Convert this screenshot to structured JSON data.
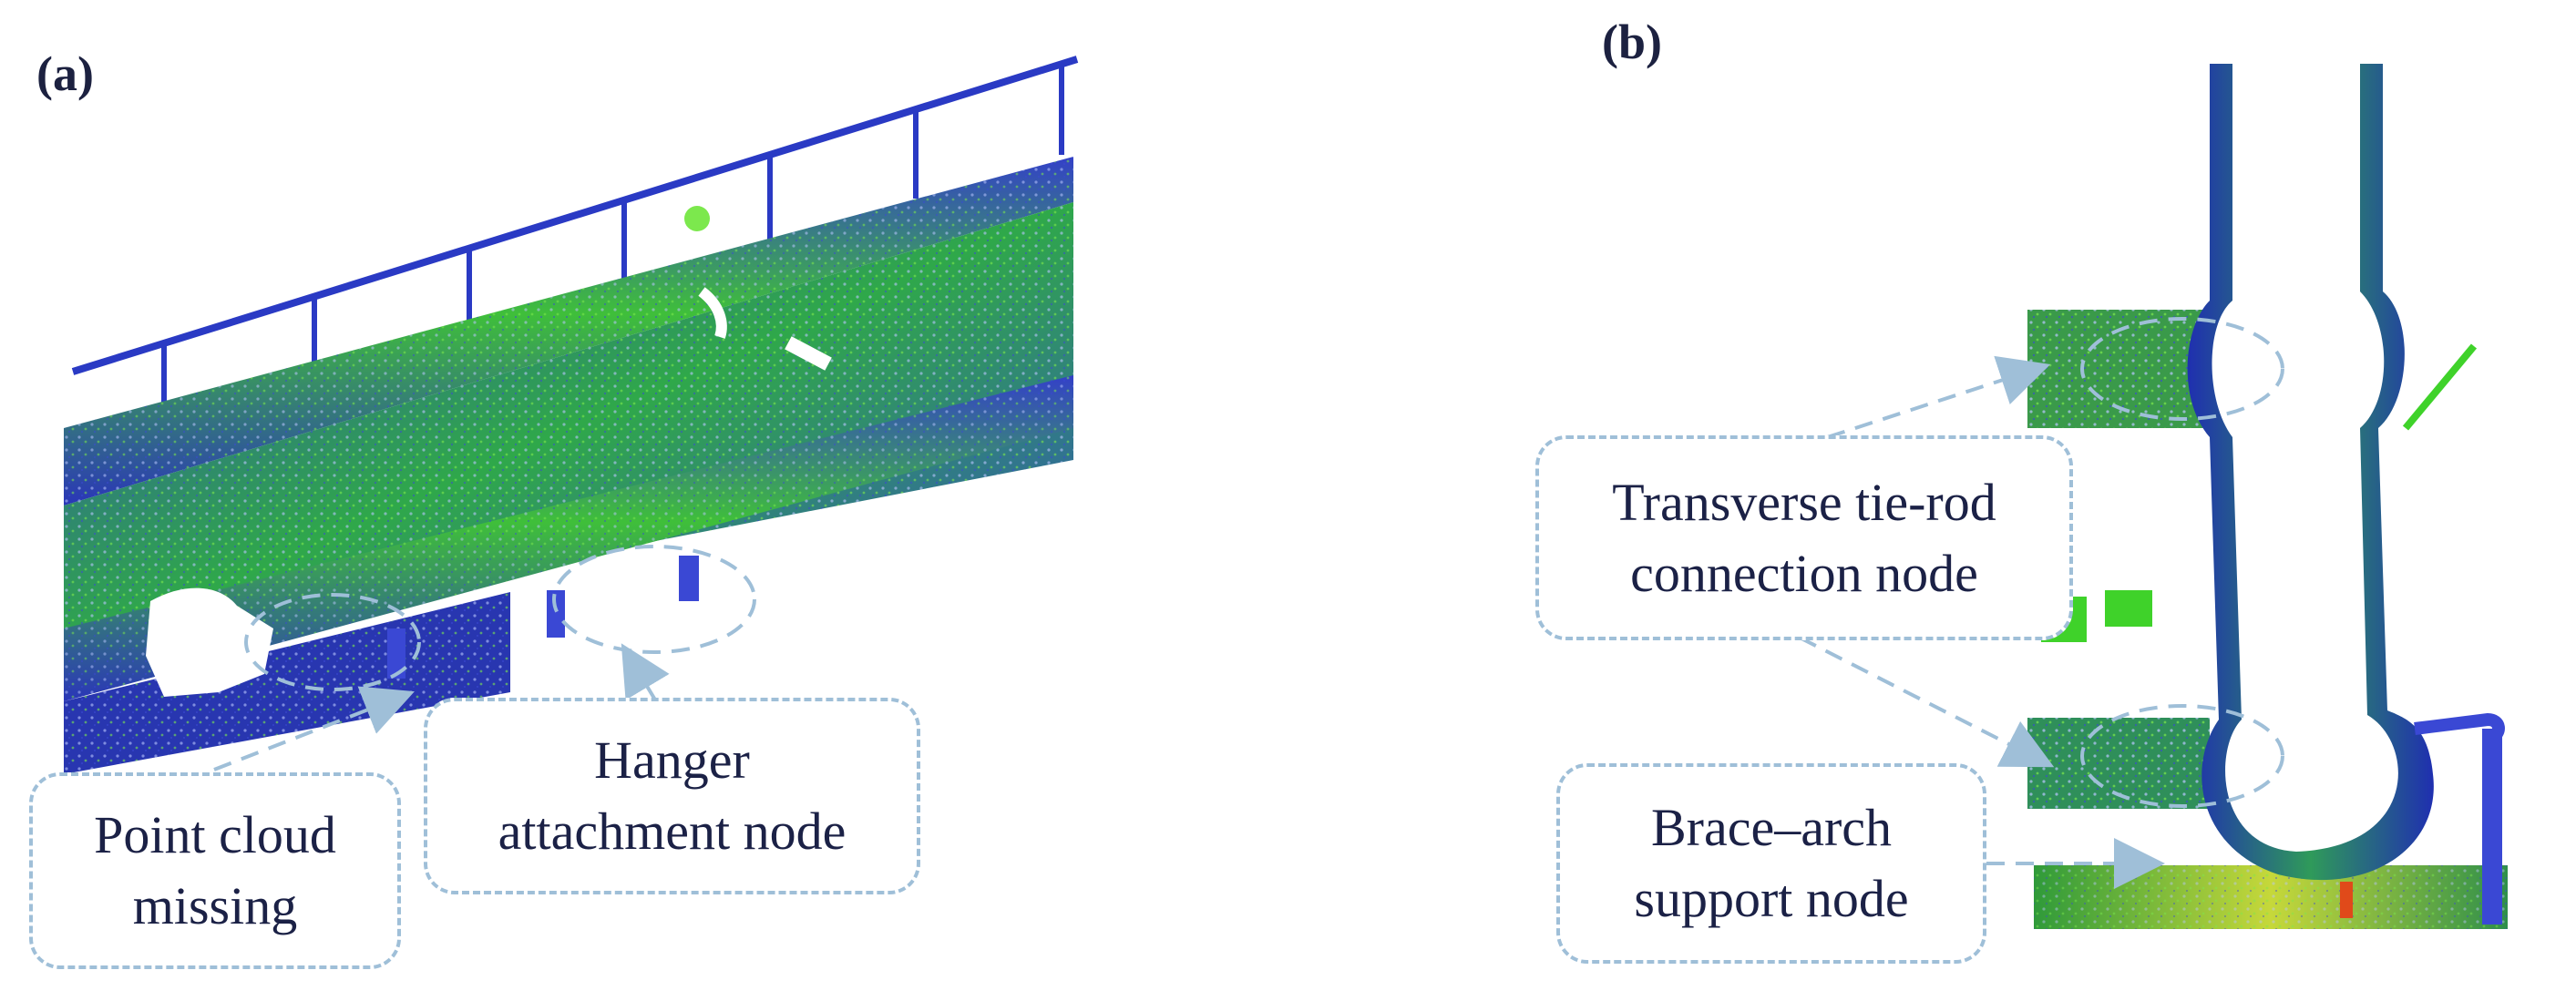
{
  "panels": {
    "a": {
      "label": "(a)"
    },
    "b": {
      "label": "(b)"
    }
  },
  "callouts": {
    "point_cloud_missing": "Point cloud\nmissing",
    "hanger_attachment_node": "Hanger\nattachment node",
    "transverse_tie_rod_node": "Transverse tie-rod\nconnection node",
    "brace_arch_support_node": "Brace–arch\nsupport node"
  },
  "colors": {
    "point_blue": "#2b3bc4",
    "point_green": "#3fd22a",
    "point_lime": "#9ae63a",
    "callout_border": "#9fbfd8",
    "text": "#1b2146"
  }
}
